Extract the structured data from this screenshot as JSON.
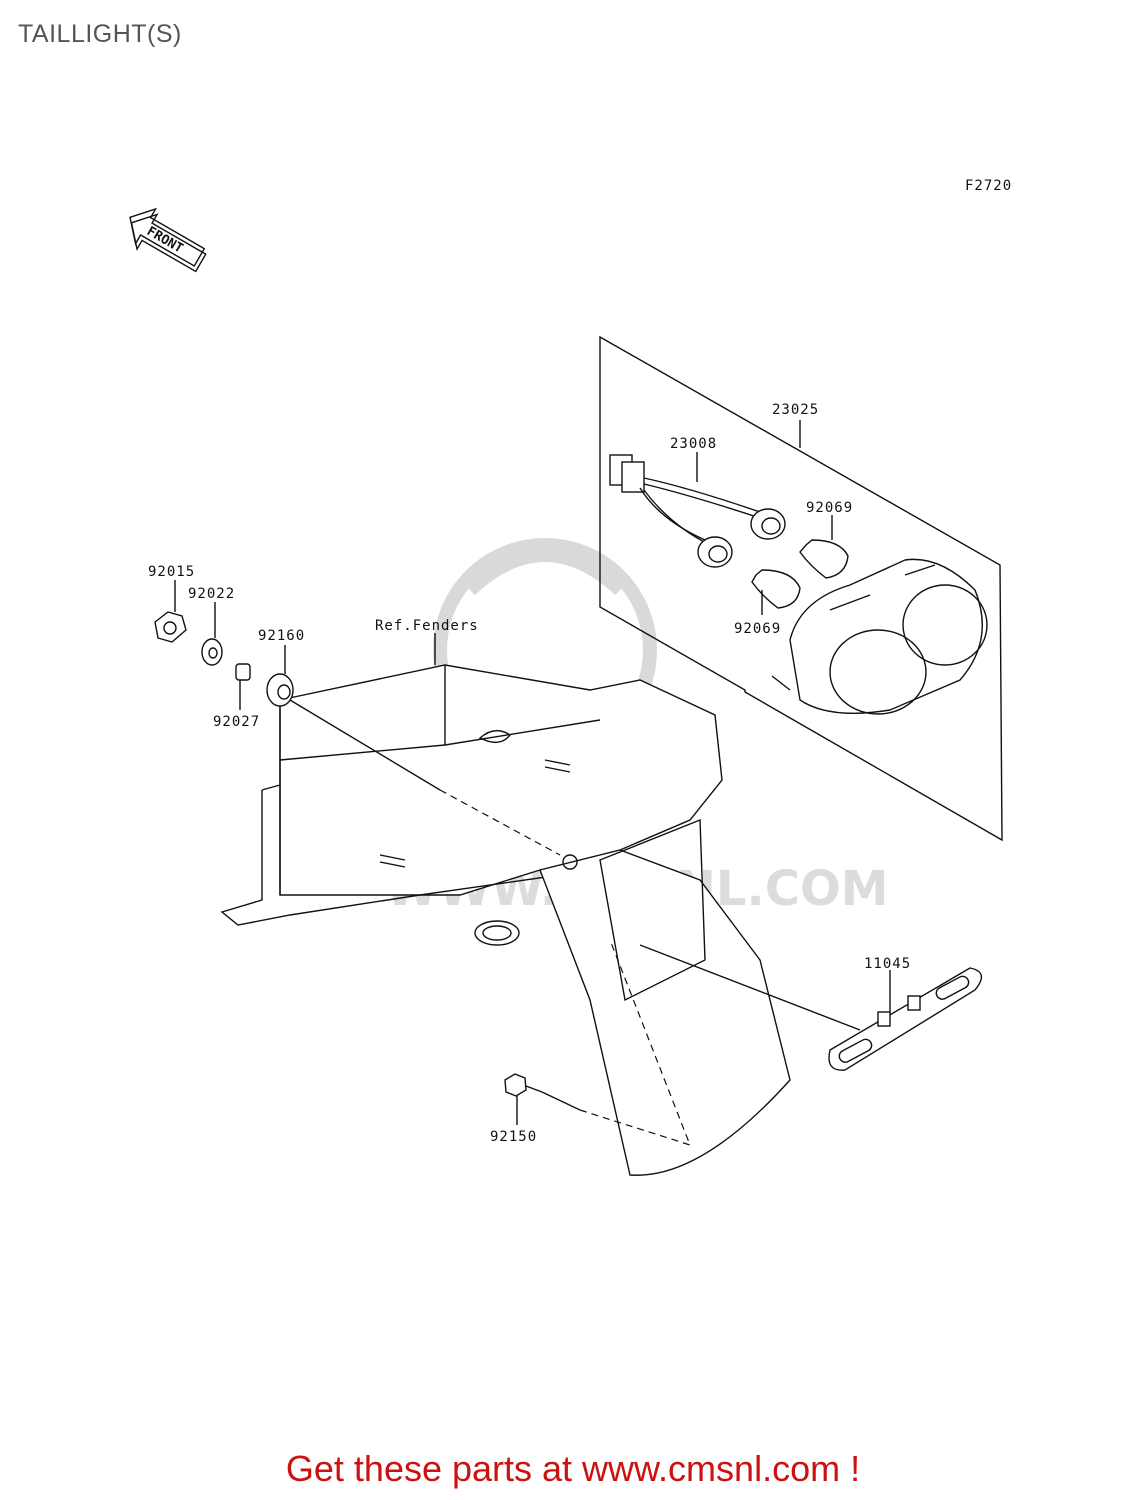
{
  "page": {
    "title": "TAILLIGHT(S)"
  },
  "figure": {
    "ref": "F2720",
    "front_label": "FRONT"
  },
  "parts": [
    {
      "id": "23025"
    },
    {
      "id": "23008"
    },
    {
      "id": "92069"
    },
    {
      "id": "92069"
    },
    {
      "id": "92015"
    },
    {
      "id": "92022"
    },
    {
      "id": "92160"
    },
    {
      "id": "92027"
    },
    {
      "id": "11045"
    },
    {
      "id": "92150"
    }
  ],
  "reference": {
    "label": "Ref.Fenders"
  },
  "watermark": {
    "text": "WWW.CMSNL.COM"
  },
  "promo": {
    "text": "Get these parts at www.cmsnl.com !"
  }
}
